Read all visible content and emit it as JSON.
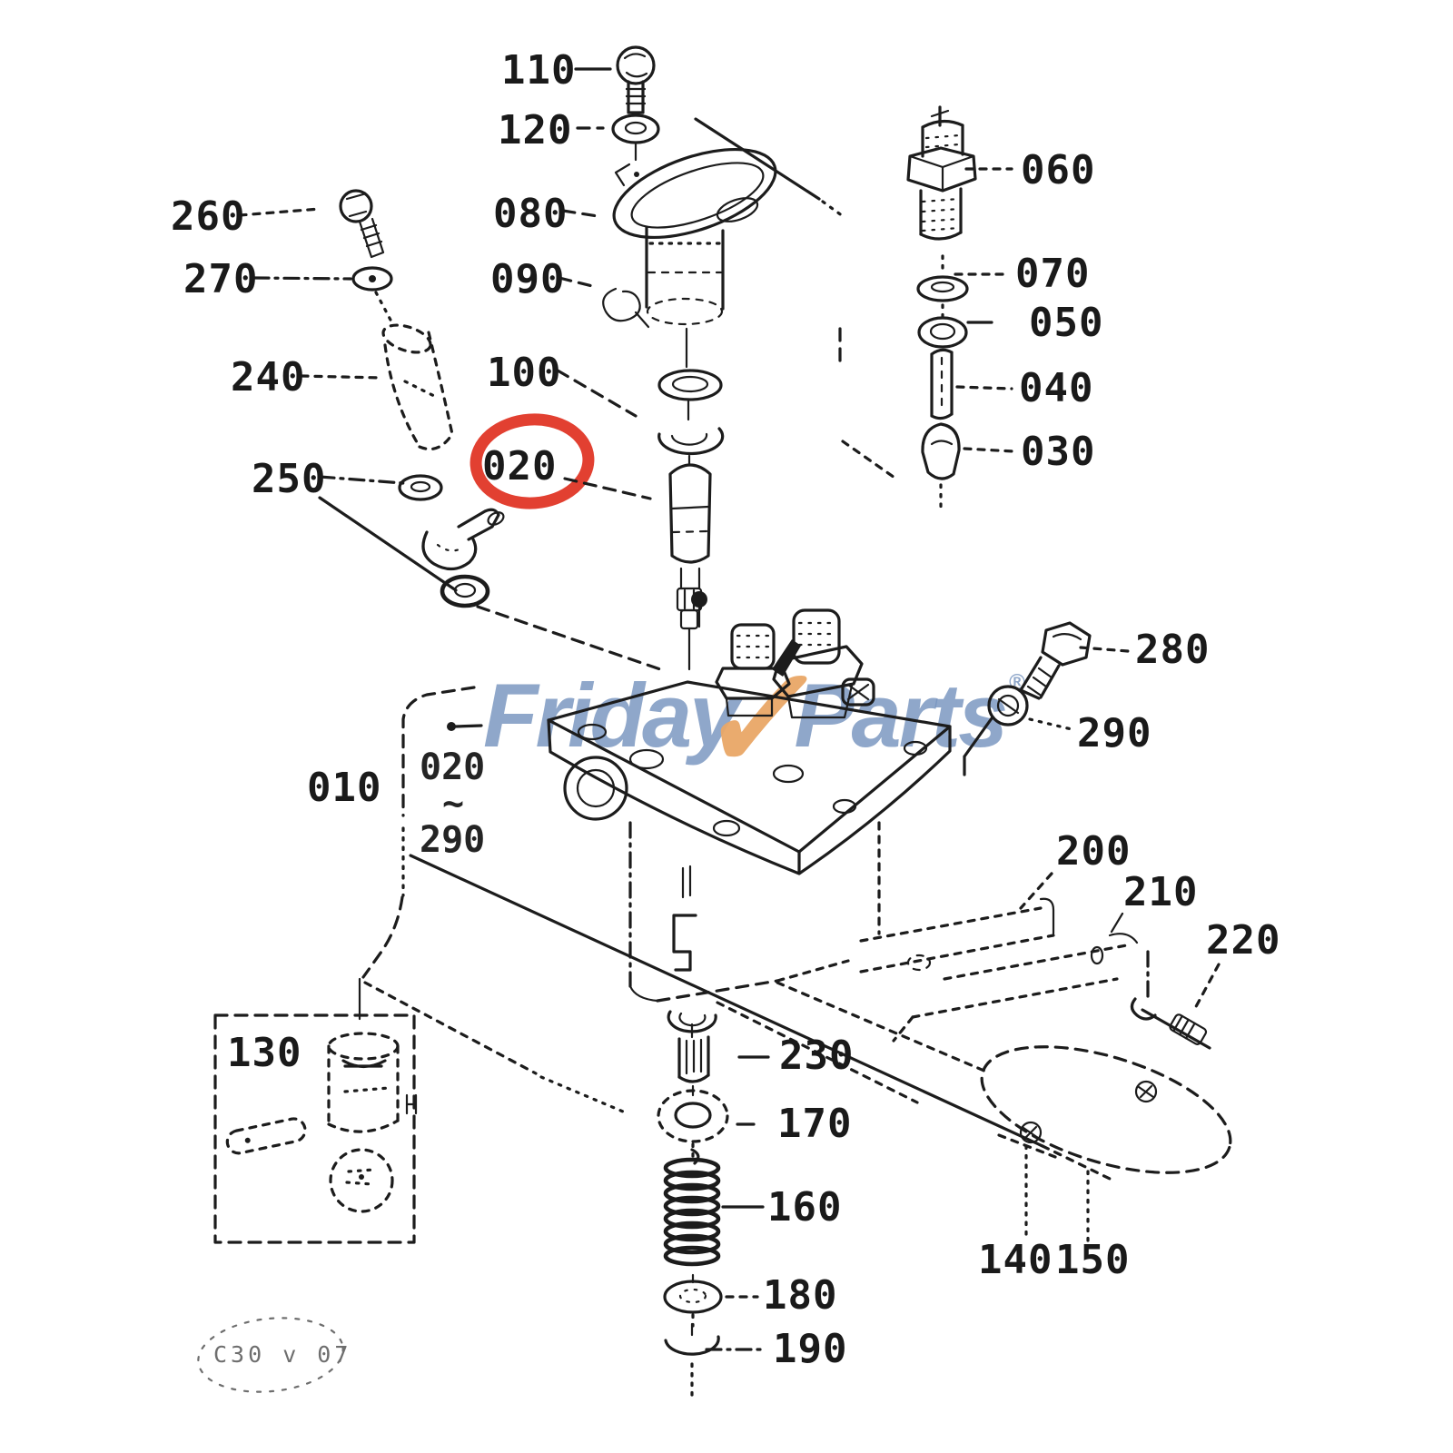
{
  "watermark": {
    "left": "Friday",
    "check": "✓",
    "right": "Parts",
    "registered": "®"
  },
  "stamp": "C30 v 07",
  "highlight": {
    "label": "020",
    "color": "#e0301f"
  },
  "colors": {
    "line": "#1c1c1c",
    "highlight_red": "#e0301f",
    "watermark_blue": "#7694be",
    "watermark_orange": "#e9a766"
  },
  "labels": {
    "l110": "110",
    "l120": "120",
    "l080": "080",
    "l090": "090",
    "l100": "100",
    "l020": "020",
    "l060": "060",
    "l070": "070",
    "l050": "050",
    "l040": "040",
    "l030": "030",
    "l260": "260",
    "l270": "270",
    "l240": "240",
    "l250": "250",
    "l280": "280",
    "l290": "290",
    "l200": "200",
    "l210": "210",
    "l220": "220",
    "l230": "230",
    "l170": "170",
    "l160": "160",
    "l180": "180",
    "l190": "190",
    "l130": "130",
    "l140": "140",
    "l150": "150",
    "l010": "010",
    "range_start": "020",
    "range_tilde": "~",
    "range_end": "290"
  }
}
